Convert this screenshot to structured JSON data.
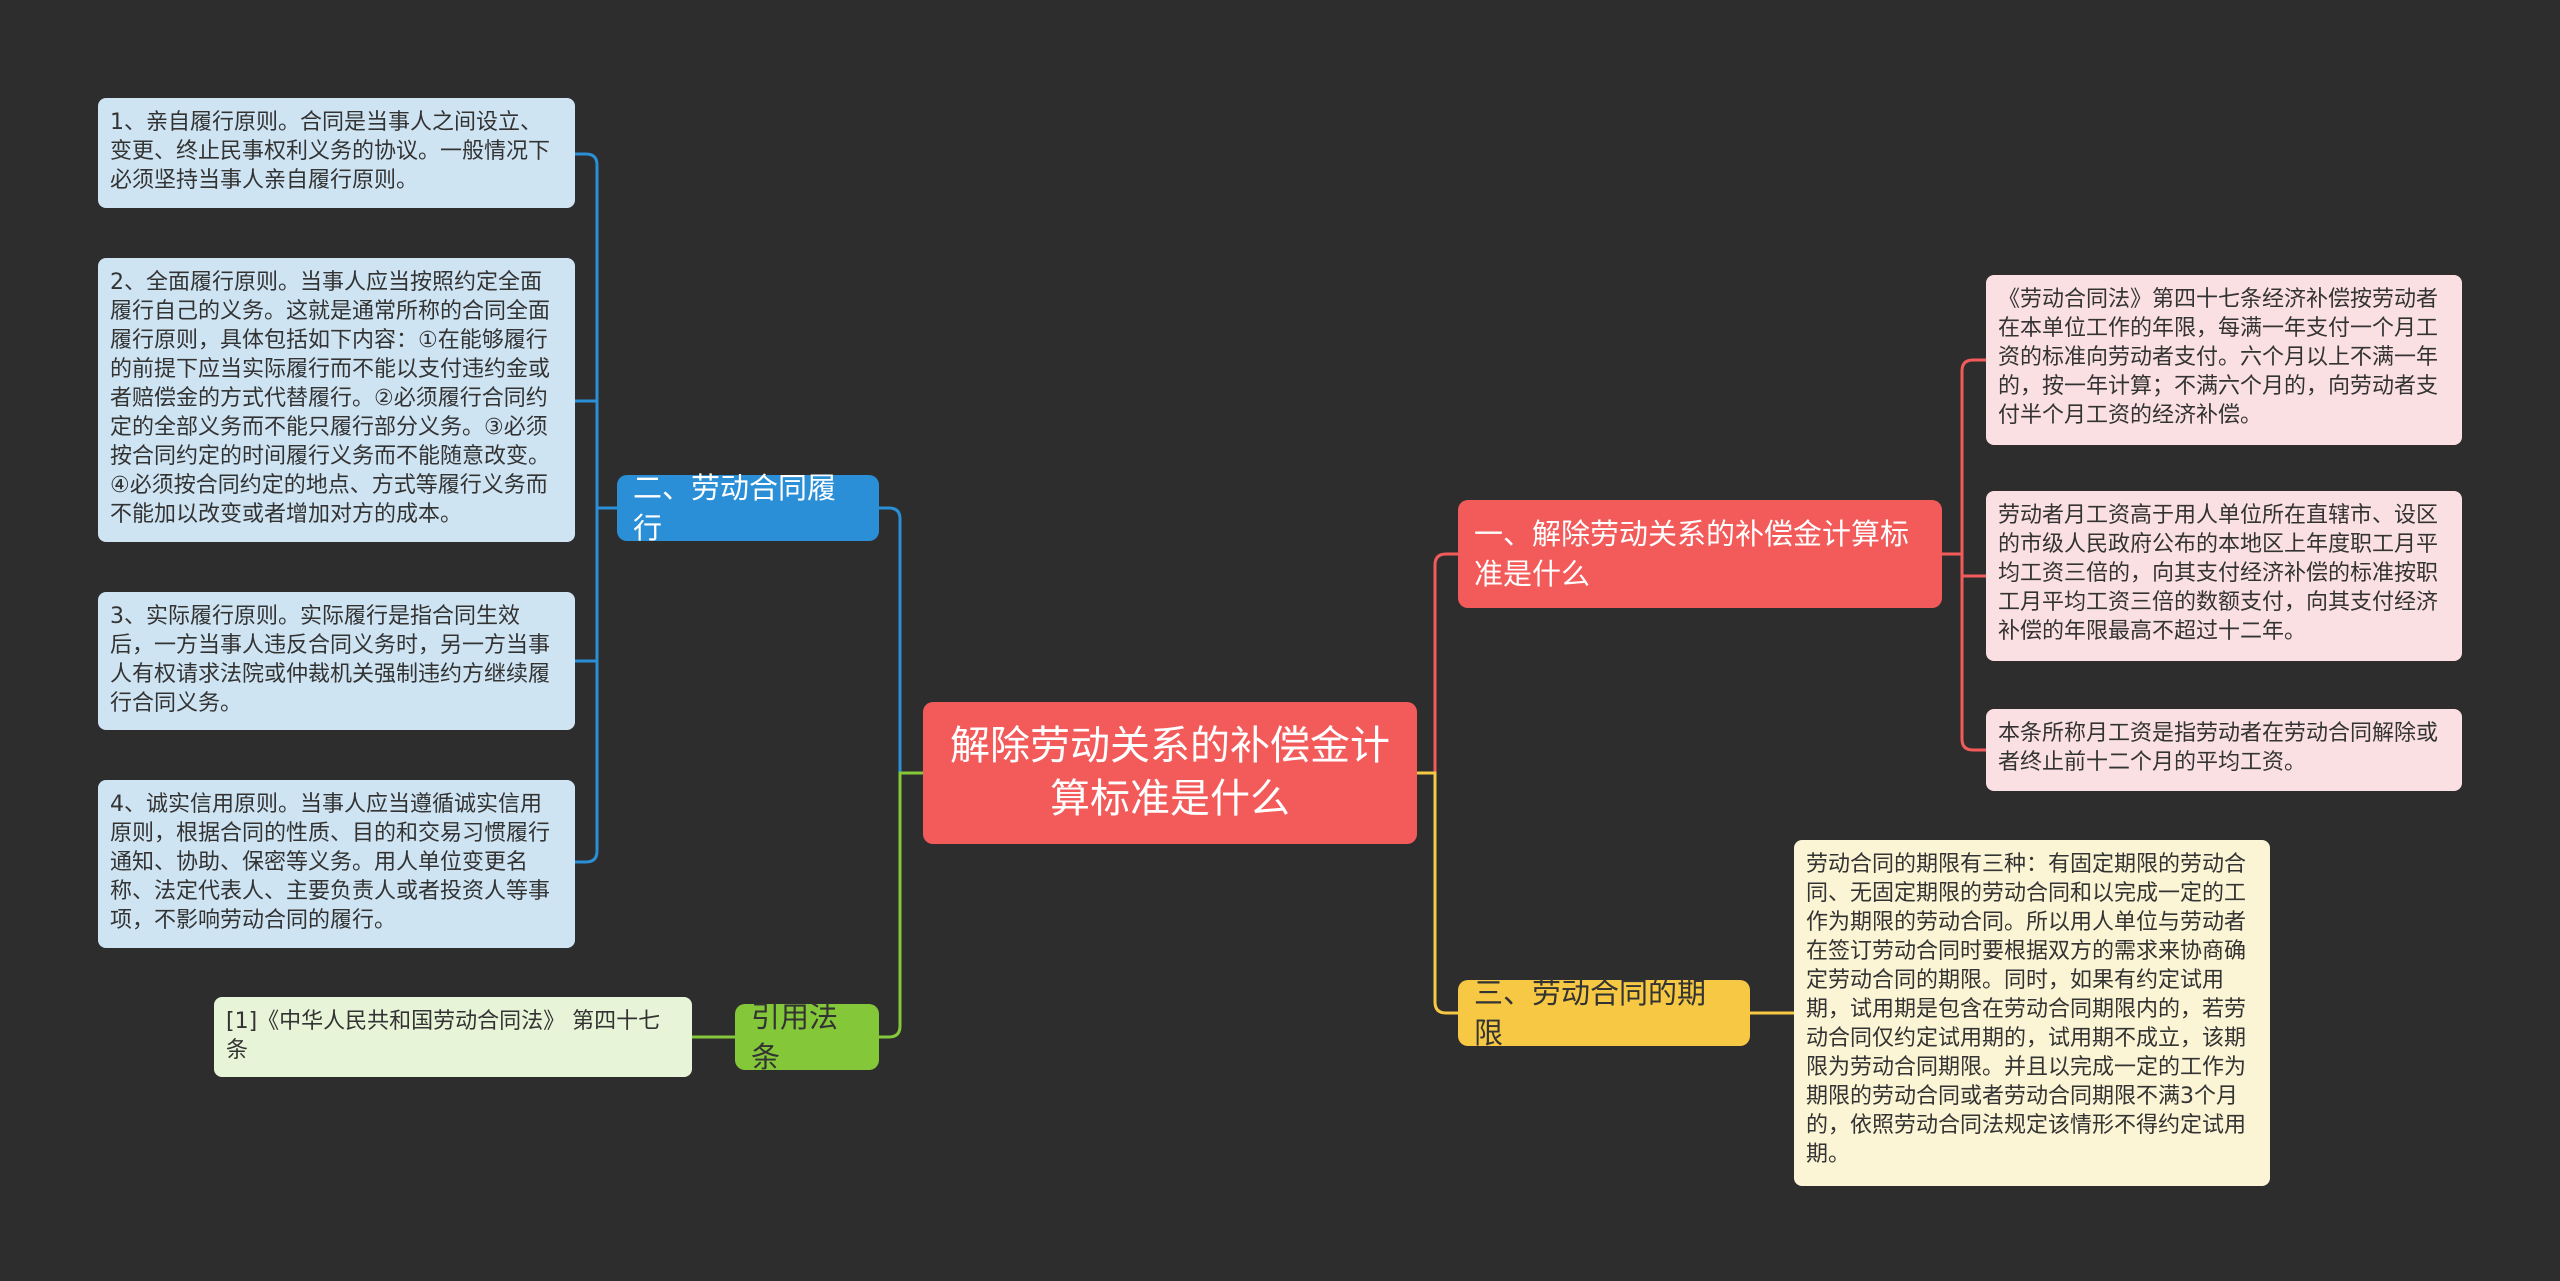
{
  "root": {
    "title": "解除劳动关系的补偿金计算标准是什么"
  },
  "branches": {
    "compensation": {
      "title": "一、解除劳动关系的补偿金计算标准是什么",
      "leaves": [
        "《劳动合同法》第四十七条经济补偿按劳动者在本单位工作的年限，每满一年支付一个月工资的标准向劳动者支付。六个月以上不满一年的，按一年计算；不满六个月的，向劳动者支付半个月工资的经济补偿。",
        "劳动者月工资高于用人单位所在直辖市、设区的市级人民政府公布的本地区上年度职工月平均工资三倍的，向其支付经济补偿的标准按职工月平均工资三倍的数额支付，向其支付经济补偿的年限最高不超过十二年。",
        "本条所称月工资是指劳动者在劳动合同解除或者终止前十二个月的平均工资。"
      ]
    },
    "term": {
      "title": "三、劳动合同的期限",
      "leaves": [
        "劳动合同的期限有三种：有固定期限的劳动合同、无固定期限的劳动合同和以完成一定的工作为期限的劳动合同。所以用人单位与劳动者在签订劳动合同时要根据双方的需求来协商确定劳动合同的期限。同时，如果有约定试用期，试用期是包含在劳动合同期限内的，若劳动合同仅约定试用期的，试用期不成立，该期限为劳动合同期限。并且以完成一定的工作为期限的劳动合同或者劳动合同期限不满3个月的，依照劳动合同法规定该情形不得约定试用期。"
      ]
    },
    "performance": {
      "title": "二、劳动合同履行",
      "leaves": [
        "1、亲自履行原则。合同是当事人之间设立、变更、终止民事权利义务的协议。一般情况下必须坚持当事人亲自履行原则。",
        "2、全面履行原则。当事人应当按照约定全面履行自己的义务。这就是通常所称的合同全面履行原则，具体包括如下内容：①在能够履行的前提下应当实际履行而不能以支付违约金或者赔偿金的方式代替履行。②必须履行合同约定的全部义务而不能只履行部分义务。③必须按合同约定的时间履行义务而不能随意改变。④必须按合同约定的地点、方式等履行义务而不能加以改变或者增加对方的成本。",
        "3、实际履行原则。实际履行是指合同生效后，一方当事人违反合同义务时，另一方当事人有权请求法院或仲裁机关强制违约方继续履行合同义务。",
        "4、诚实信用原则。当事人应当遵循诚实信用原则，根据合同的性质、目的和交易习惯履行通知、协助、保密等义务。用人单位变更名称、法定代表人、主要负责人或者投资人等事项，不影响劳动合同的履行。"
      ]
    },
    "citation": {
      "title": "引用法条",
      "leaves": [
        "[1]《中华人民共和国劳动合同法》 第四十七条"
      ]
    }
  },
  "colors": {
    "background": "#2d2d2d",
    "red": "#f35b5b",
    "yellow": "#f6c843",
    "blue": "#2a8fd6",
    "green": "#84c83a"
  }
}
